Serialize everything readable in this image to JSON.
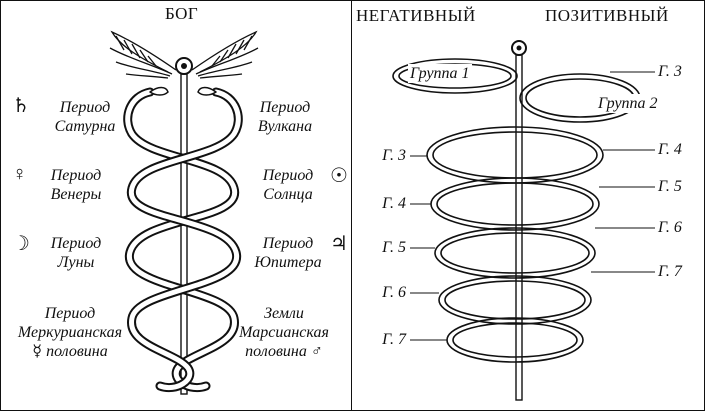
{
  "left_panel": {
    "header": "БОГ",
    "period_saturn": {
      "l1": "Период",
      "l2": "Сатурна",
      "symbol": "♄"
    },
    "period_vulcan": {
      "l1": "Период",
      "l2": "Вулкана"
    },
    "period_venus": {
      "l1": "Период",
      "l2": "Венеры",
      "symbol": "♀"
    },
    "period_sun": {
      "l1": "Период",
      "l2": "Солнца",
      "symbol": "☉"
    },
    "period_moon": {
      "l1": "Период",
      "l2": "Луны",
      "symbol": "☽"
    },
    "period_jupiter": {
      "l1": "Период",
      "l2": "Юпитера",
      "symbol": "♃"
    },
    "period_earth_left": {
      "l1": "Период",
      "l2": "Меркурианская",
      "l3": "половина",
      "symbol": "☿"
    },
    "period_earth_right": {
      "l1": "Земли",
      "l2": "Марсианская",
      "l3": "половина",
      "symbol": "♂"
    }
  },
  "right_panel": {
    "header_left": "НЕГАТИВНЫЙ",
    "header_right": "ПОЗИТИВНЫЙ",
    "group1": "Группа 1",
    "group2": "Группа 2",
    "left_labels": [
      "Г. 3",
      "Г. 4",
      "Г. 5",
      "Г. 6",
      "Г. 7"
    ],
    "right_labels": [
      "Г. 3",
      "Г. 4",
      "Г. 5",
      "Г. 6",
      "Г. 7"
    ]
  }
}
